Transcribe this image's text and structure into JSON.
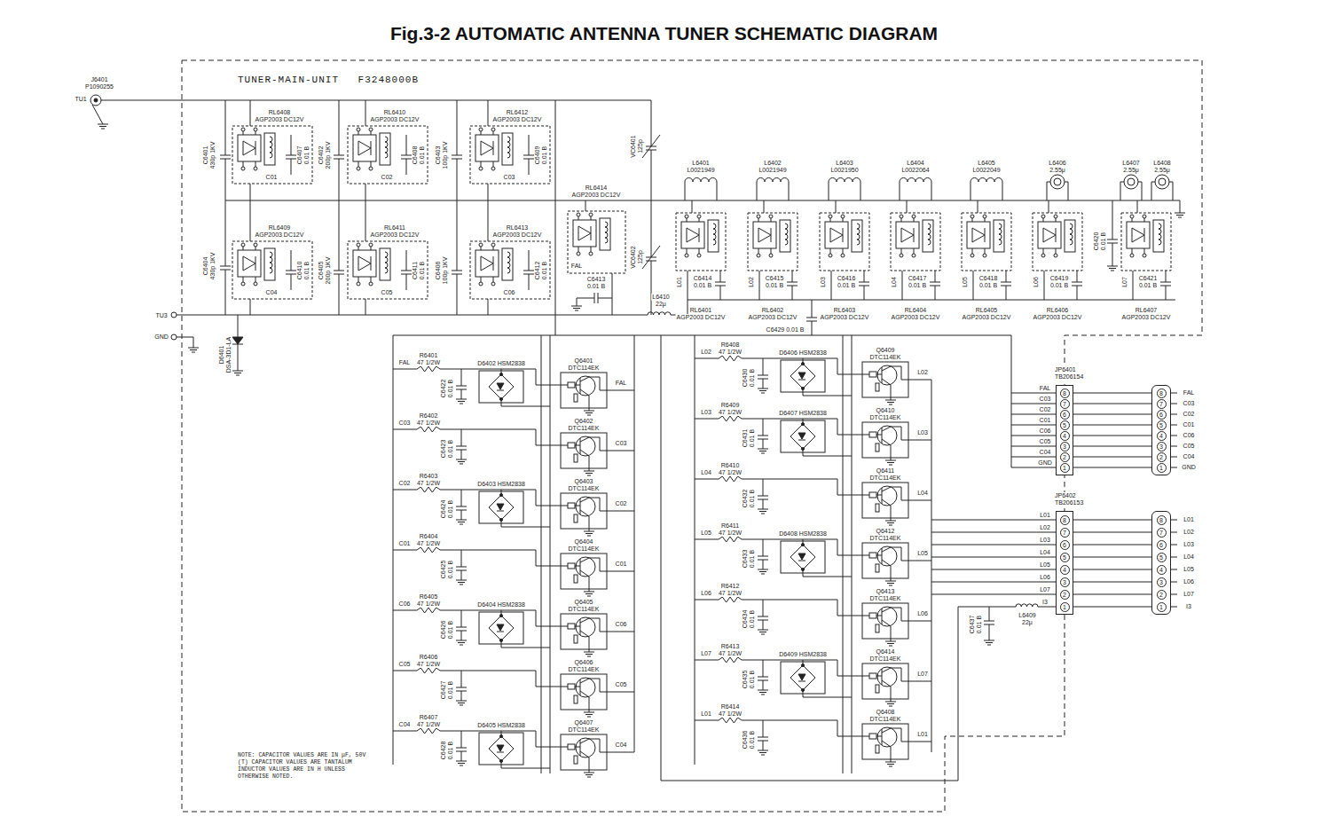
{
  "diagram": {
    "title": "Fig.3-2 AUTOMATIC ANTENNA TUNER SCHEMATIC DIAGRAM",
    "nodes": [
      {
        "text": [
          "TUNER-MAIN-UNIT F3248000B"
        ]
      },
      {
        "text": [
          "JP6401 TB206154",
          "8",
          "7",
          "6",
          "5",
          "4",
          "3",
          "2",
          "1"
        ],
        "in": 0
      },
      {
        "text": [
          "JP6402 TB206153",
          "8",
          "7",
          "6",
          "5",
          "4",
          "3",
          "2",
          "1"
        ],
        "in": 0
      },
      {
        "text": [
          "8",
          "7",
          "6",
          "5",
          "4",
          "3",
          "2",
          "1"
        ]
      },
      {
        "text": [
          "8",
          "7",
          "6",
          "5",
          "4",
          "3",
          "2",
          "1"
        ]
      }
    ],
    "edges": [
      {
        "from": 1,
        "to": 3,
        "arrow": "none"
      },
      {
        "from": 2,
        "to": 4,
        "arrow": "none"
      }
    ],
    "labels": [
      "J6401",
      "P1090255",
      "TU1",
      "RL6408",
      "AGP2003 DC12V",
      "RL6410",
      "AGP2003 DC12V",
      "RL6412",
      "AGP2003 DC12V",
      "RL6409",
      "AGP2003 DC12V",
      "RL6411",
      "AGP2003 DC12V",
      "RL6413",
      "AGP2003 DC12V",
      "C6401",
      "430p 1KV",
      "C6404",
      "430p 1KV",
      "C6407",
      "0.01 B",
      "C6408",
      "0.01 B",
      "C6409",
      "0.01 B",
      "C6402",
      "200p 1KV",
      "C6403",
      "100p 1KV",
      "C6405",
      "200p 1KV",
      "C6406",
      "100p 1KV",
      "C6410",
      "0.01 B",
      "C6411",
      "0.01 B",
      "C6412",
      "0.01 B",
      "C01",
      "C02",
      "C03",
      "C04",
      "C05",
      "C06",
      "VC6401",
      "125p",
      "VC6402",
      "125p",
      "RL6414",
      "AGP2003 DC12V",
      "FAL",
      "C6413",
      "0.01 B",
      "L6410",
      "22μ",
      "TU3",
      "GND",
      "D6401",
      "DSA-3D1-LA",
      "L6401",
      "L0021949",
      "L6402",
      "L0021949",
      "L6403",
      "L0021950",
      "L6404",
      "L0022064",
      "L6405",
      "L0022049",
      "L6406",
      "2.55μ",
      "L6407",
      "2.55μ",
      "L6408",
      "2.55μ",
      "RL6401",
      "AGP2003 DC12V",
      "RL6402",
      "AGP2003 DC12V",
      "RL6403",
      "AGP2003 DC12V",
      "RL6404",
      "AGP2003 DC12V",
      "RL6405",
      "AGP2003 DC12V",
      "RL6406",
      "AGP2003 DC12V",
      "RL6407",
      "AGP2003 DC12V",
      "C6414",
      "0.01 B",
      "C6415",
      "0.01 B",
      "C6416",
      "0.01 B",
      "C6417",
      "0.01 B",
      "C6418",
      "0.01 B",
      "C6419",
      "0.01 B",
      "C6421",
      "0.01 B",
      "L01",
      "L02",
      "L03",
      "L04",
      "L05",
      "L06",
      "L07",
      "C6420",
      "0.01 B",
      "C6429 0.01 B",
      "R6401",
      "47 1/2W",
      "FAL",
      "C6422",
      "0.01 B",
      "Q6401",
      "DTC114EK",
      "FAL",
      "R6402",
      "47 1/2W",
      "C03",
      "C6423",
      "0.01 B",
      "Q6402",
      "DTC114EK",
      "C03",
      "R6403",
      "47 1/2W",
      "C02",
      "C6424",
      "0.01 B",
      "Q6403",
      "DTC114EK",
      "C02",
      "R6404",
      "47 1/2W",
      "C01",
      "C6425",
      "0.01 B",
      "Q6404",
      "DTC114EK",
      "C01",
      "R6405",
      "47 1/2W",
      "C06",
      "C6426",
      "0.01 B",
      "Q6405",
      "DTC114EK",
      "C06",
      "R6406",
      "47 1/2W",
      "C05",
      "C6427",
      "0.01 B",
      "Q6406",
      "DTC114EK",
      "C05",
      "R6407",
      "47 1/2W",
      "C04",
      "C6428",
      "0.01 B",
      "Q6407",
      "DTC114EK",
      "C04",
      "R6408",
      "47 1/2W",
      "L02",
      "C6430",
      "0.01 B",
      "Q6409",
      "DTC114EK",
      "L02",
      "R6409",
      "47 1/2W",
      "L03",
      "C6431",
      "0.01 B",
      "Q6410",
      "DTC114EK",
      "L03",
      "R6410",
      "47 1/2W",
      "L04",
      "C6432",
      "0.01 B",
      "Q6411",
      "DTC114EK",
      "L04",
      "R6411",
      "47 1/2W",
      "L05",
      "C6433",
      "0.01 B",
      "Q6412",
      "DTC114EK",
      "L05",
      "R6412",
      "47 1/2W",
      "L06",
      "C6434",
      "0.01 B",
      "Q6413",
      "DTC114EK",
      "L06",
      "R6413",
      "47 1/2W",
      "L07",
      "C6435",
      "0.01 B",
      "Q6414",
      "DTC114EK",
      "L07",
      "R6414",
      "47 1/2W",
      "L01",
      "C6436",
      "0.01 B",
      "Q6408",
      "DTC114EK",
      "L01",
      "D6402 HSM2838",
      "D6403 HSM2838",
      "D6404 HSM2838",
      "D6405 HSM2838",
      "D6406 HSM2838",
      "D6407 HSM2838",
      "D6408 HSM2838",
      "D6409 HSM2838",
      "FAL",
      "C03",
      "C02",
      "C01",
      "C06",
      "C05",
      "C04",
      "GND",
      "FAL",
      "C03",
      "C02",
      "C01",
      "C06",
      "C05",
      "C04",
      "GND",
      "L01",
      "L02",
      "L03",
      "L04",
      "L05",
      "L06",
      "L07",
      "I3",
      "L01",
      "L02",
      "L03",
      "L04",
      "L05",
      "L06",
      "L07",
      "I3",
      "L6409",
      "22μ",
      "C6437",
      "0.01 B",
      "NOTE: CAPACITOR VALUES ARE IN μF, 50V (T) CAPACITOR VALUES ARE TANTALUM INDUCTOR VALUES ARE IN H UNLESS OTHERWISE NOTED."
    ]
  }
}
